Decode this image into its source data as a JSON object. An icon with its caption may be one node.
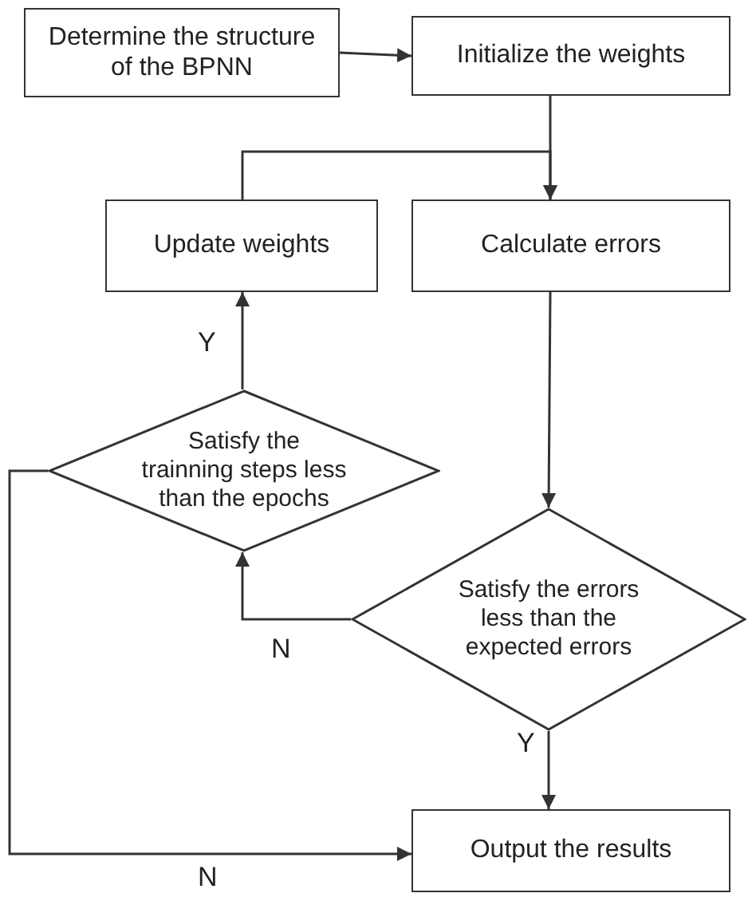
{
  "diagram": {
    "nodes": [
      {
        "text": [
          "Determine the structure of the BPNN"
        ]
      },
      {
        "text": [
          "Initialize the weights"
        ]
      },
      {
        "text": [
          "Update weights"
        ]
      },
      {
        "text": [
          "Calculate errors"
        ]
      },
      {
        "text": [
          "Satisfy the trainning steps less than the epochs"
        ]
      },
      {
        "text": [
          "Satisfy the errors less than the expected errors"
        ]
      },
      {
        "text": [
          "Output the results"
        ]
      }
    ],
    "edges": [
      {
        "from": 0,
        "to": 1,
        "arrow": "to"
      },
      {
        "from": 1,
        "to": 3,
        "arrow": "to"
      },
      {
        "from": 2,
        "to": 3,
        "arrow": "to"
      },
      {
        "from": 3,
        "to": 5,
        "arrow": "to"
      },
      {
        "from": 5,
        "to": 4,
        "arrow": "to",
        "label": "N"
      },
      {
        "from": 4,
        "to": 2,
        "arrow": "to",
        "label": "Y"
      },
      {
        "from": 5,
        "to": 6,
        "arrow": "to",
        "label": "Y"
      },
      {
        "from": 4,
        "to": 6,
        "arrow": "to",
        "label": "N"
      }
    ]
  }
}
